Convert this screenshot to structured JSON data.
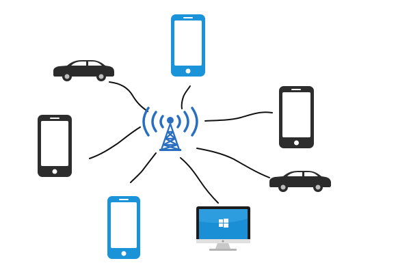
{
  "colors": {
    "background": "#ffffff",
    "link_line": "#111111",
    "tower": "#2a6fbf",
    "tower_signal": "#2a6fbf",
    "phone_blue": "#1b93d9",
    "phone_dark": "#2d2d2d",
    "car": "#2b2b2b",
    "monitor_frame": "#1c1c1c",
    "monitor_screen": "#1a8fd6"
  },
  "nodes": [
    {
      "id": "cell-tower",
      "icon": "cell-tower-icon",
      "role": "hub"
    },
    {
      "id": "phone-top",
      "icon": "smartphone-icon",
      "color": "blue"
    },
    {
      "id": "car-top-left",
      "icon": "car-icon",
      "color": "black"
    },
    {
      "id": "phone-left",
      "icon": "smartphone-icon",
      "color": "black"
    },
    {
      "id": "phone-right",
      "icon": "smartphone-icon",
      "color": "black"
    },
    {
      "id": "car-right",
      "icon": "car-icon",
      "color": "black"
    },
    {
      "id": "phone-bottom",
      "icon": "smartphone-icon",
      "color": "blue"
    },
    {
      "id": "monitor-bottom",
      "icon": "desktop-monitor-icon",
      "color": "black"
    }
  ],
  "links": [
    {
      "from": "cell-tower",
      "to": "phone-top"
    },
    {
      "from": "cell-tower",
      "to": "car-top-left"
    },
    {
      "from": "cell-tower",
      "to": "phone-left"
    },
    {
      "from": "cell-tower",
      "to": "phone-right"
    },
    {
      "from": "cell-tower",
      "to": "car-right"
    },
    {
      "from": "cell-tower",
      "to": "phone-bottom"
    },
    {
      "from": "cell-tower",
      "to": "monitor-bottom"
    }
  ]
}
